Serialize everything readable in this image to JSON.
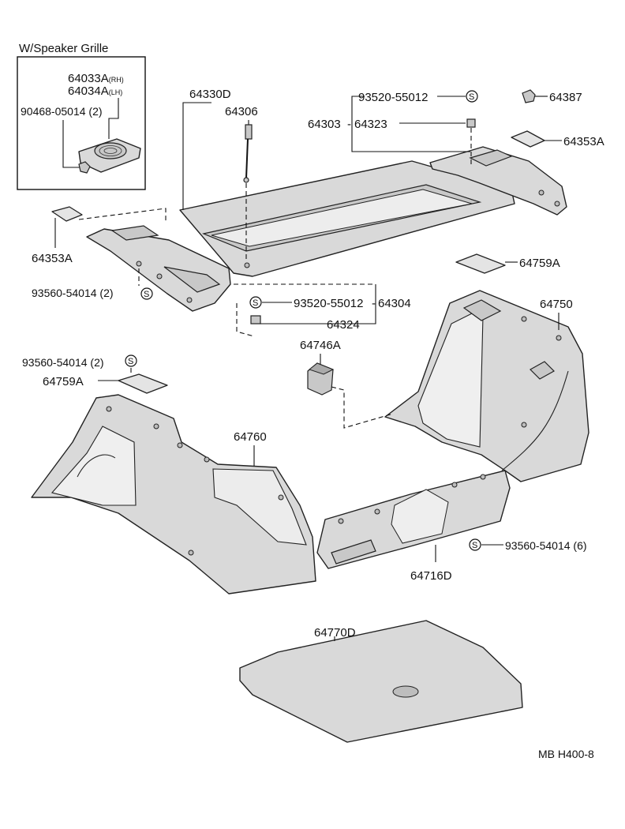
{
  "inset": {
    "title": "W/Speaker Grille"
  },
  "labels": {
    "p64033A": "64033A",
    "p64033A_sub": "(RH)",
    "p64034A": "64034A",
    "p64034A_sub": "(LH)",
    "p90468": "90468-05014 (2)",
    "p64330D": "64330D",
    "p64306": "64306",
    "p93520_top": "93520-55012",
    "p64387": "64387",
    "p64303": "64303",
    "p64323": "64323",
    "p64353A_right": "64353A",
    "p64353A_left": "64353A",
    "p93560_left": "93560-54014 (2)",
    "p64759A_right": "64759A",
    "p93520_mid": "93520-55012",
    "p64304": "64304",
    "p64750": "64750",
    "p64324": "64324",
    "p64746A": "64746A",
    "p93560_left2": "93560-54014 (2)",
    "p64759A_left": "64759A",
    "p64760": "64760",
    "p93560_right": "93560-54014 (6)",
    "p64716D": "64716D",
    "p64770D": "64770D"
  },
  "screw_symbol": "S",
  "figure_code": "MB H400-8"
}
